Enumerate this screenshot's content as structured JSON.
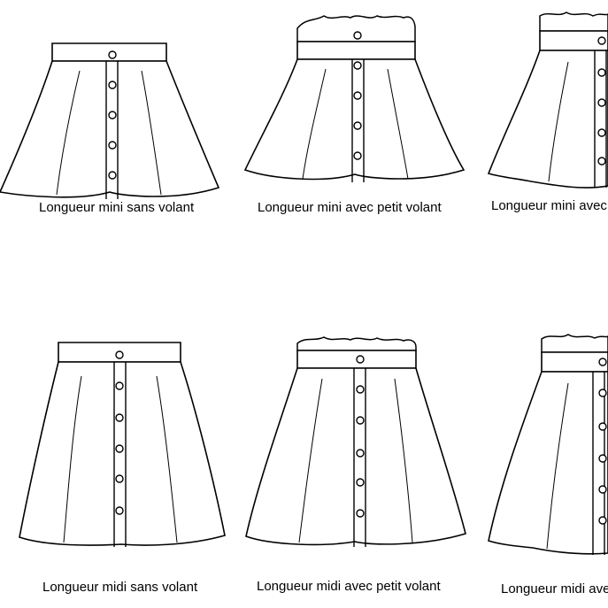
{
  "figures": [
    {
      "caption": "Longueur mini sans volant",
      "ruffle": false
    },
    {
      "caption": "Longueur mini avec petit volant",
      "ruffle": true
    },
    {
      "caption": "Longueur mini avec",
      "ruffle": true
    },
    {
      "caption": "Longueur midi sans volant",
      "ruffle": false
    },
    {
      "caption": "Longueur midi avec petit volant",
      "ruffle": true
    },
    {
      "caption": "Longueur midi ave",
      "ruffle": true
    }
  ],
  "colors": {
    "line": "#000000",
    "fill": "#ffffff"
  }
}
